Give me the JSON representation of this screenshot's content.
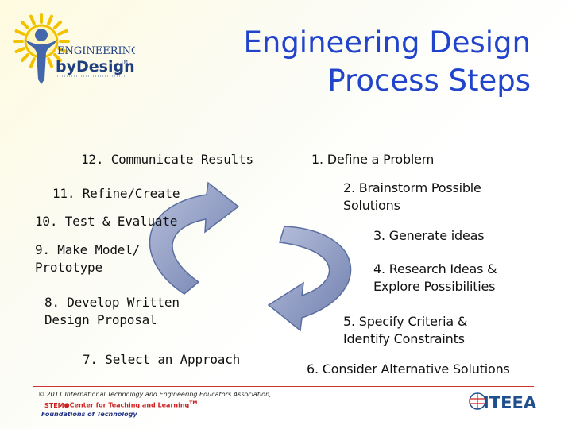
{
  "logo": {
    "line1": "ENGINEERING",
    "line2": "byDesign",
    "tm": "TM",
    "colors": {
      "sun": "#f2c200",
      "figure": "#4466aa",
      "text": "#1f3f7f"
    }
  },
  "title": {
    "line1": "Engineering Design",
    "line2": "Process Steps",
    "color": "#2244cc"
  },
  "steps": [
    "1. Define a Problem",
    "2. Brainstorm Possible Solutions",
    "3. Generate ideas",
    "4. Research Ideas & Explore Possibilities",
    "5. Specify Criteria & Identify Constraints",
    "6. Consider Alternative Solutions",
    "7. Select an Approach",
    "8. Develop Written Design Proposal",
    "9. Make Model/ Prototype",
    "10. Test & Evaluate",
    "11. Refine/Create",
    "12. Communicate Results"
  ],
  "step_lines": {
    "s2a": "2. Brainstorm Possible",
    "s2b": "Solutions",
    "s4a": "4. Research Ideas &",
    "s4b": "Explore Possibilities",
    "s5a": "5. Specify Criteria &",
    "s5b": "Identify Constraints",
    "s8a": "8. Develop Written",
    "s8b": "Design Proposal",
    "s9a": "9. Make Model/",
    "s9b": "Prototype"
  },
  "cycle": {
    "arrow_fill": "#8892b8",
    "arrow_edge": "#5a6ea0"
  },
  "footer": {
    "copyright": "© 2011 International Technology and Engineering Educators Association,",
    "stem": "STEM",
    "center": "Center for Teaching and Learning",
    "center_tm": "TM",
    "course": "Foundations of Technology",
    "line_color": "#cc3333"
  },
  "brand": {
    "name": "ITEEA",
    "color": "#1f4f8f",
    "accent": "#cc2222"
  }
}
